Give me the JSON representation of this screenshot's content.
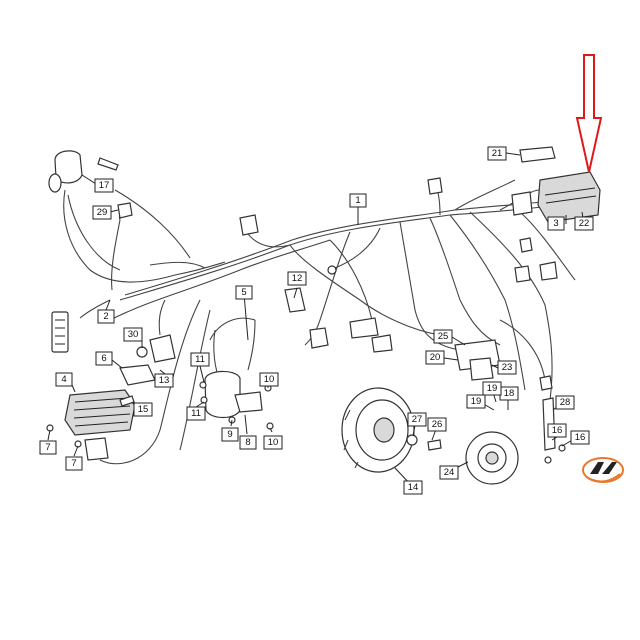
{
  "diagram": {
    "callouts": {
      "c1": "1",
      "c2": "2",
      "c3": "3",
      "c4": "4",
      "c5": "5",
      "c6": "6",
      "c7a": "7",
      "c7b": "7",
      "c8": "8",
      "c9": "9",
      "c10a": "10",
      "c10b": "10",
      "c11a": "11",
      "c11b": "11",
      "c12": "12",
      "c13": "13",
      "c14": "14",
      "c15": "15",
      "c16a": "16",
      "c16b": "16",
      "c17": "17",
      "c18": "18",
      "c19": "19",
      "c19b": "19",
      "c20": "20",
      "c21": "21",
      "c22": "22",
      "c23": "23",
      "c24": "24",
      "c25": "25",
      "c26": "26",
      "c27": "27",
      "c28": "28",
      "c29": "29",
      "c30": "30"
    },
    "highlight_color": "#e01818",
    "logo_icon": "brand-logo-icon"
  }
}
